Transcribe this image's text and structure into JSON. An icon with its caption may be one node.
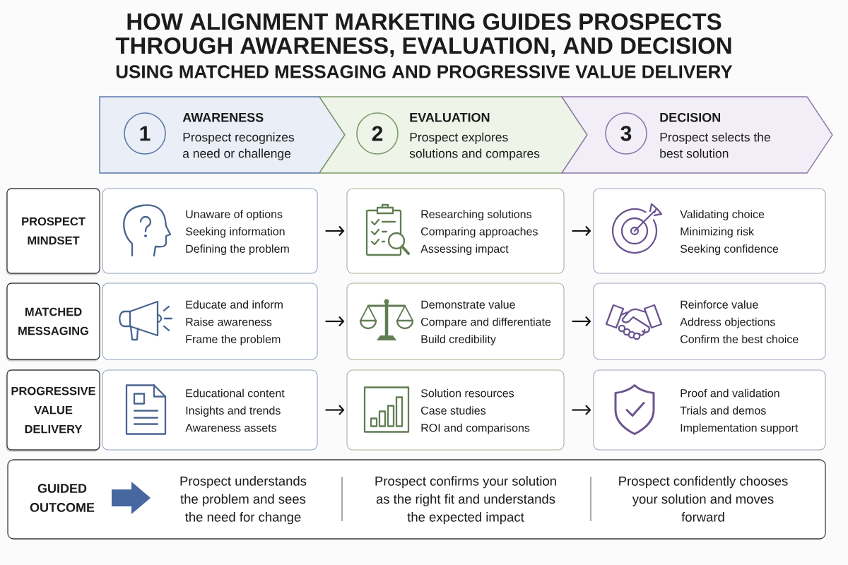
{
  "diagram": {
    "title": "HOW ALIGNMENT MARKETING GUIDES PROSPECTS THROUGH AWARENESS, EVALUATION, AND DECISION",
    "nodes": [
      {
        "text": [
          "AWARENESS",
          "Prospect recognizes a need or challenge"
        ]
      },
      {
        "text": [
          "1"
        ],
        "in": 0
      },
      {
        "text": [
          "EVALUATION",
          "Prospect explores solutions and compares"
        ]
      },
      {
        "text": [
          "2"
        ],
        "in": 2
      },
      {
        "text": [
          "DECISION",
          "Prospect selects the best solution"
        ]
      },
      {
        "text": [
          "3"
        ],
        "in": 4
      },
      {
        "text": [
          "PROSPECT MINDSET"
        ]
      },
      {
        "text": [
          "Unaware of options",
          "Seeking information",
          "Defining the problem"
        ]
      },
      {
        "text": [
          "Researching solutions",
          "Comparing approaches",
          "Assessing impact"
        ]
      },
      {
        "text": [
          "Validating choice",
          "Minimizing risk",
          "Seeking confidence"
        ]
      },
      {
        "text": [
          "MATCHED MESSAGING"
        ]
      },
      {
        "text": [
          "Educate and inform",
          "Raise awareness",
          "Frame the problem"
        ]
      },
      {
        "text": [
          "Demonstrate value",
          "Compare and differentiate",
          "Build credibility"
        ]
      },
      {
        "text": [
          "Reinforce value",
          "Address objections",
          "Confirm the best choice"
        ]
      },
      {
        "text": [
          "PROGRESSIVE VALUE DELIVERY"
        ]
      },
      {
        "text": [
          "Educational content",
          "Insights and trends",
          "Awareness assets"
        ]
      },
      {
        "text": [
          "Solution resources",
          "Case studies",
          "ROI and comparisons"
        ]
      },
      {
        "text": [
          "Proof and validation",
          "Trials and demos",
          "Implementation support"
        ]
      },
      {
        "text": [
          "GUIDED OUTCOME",
          "Prospect understands the problem and sees the need for change",
          "Prospect confirms your solution as the right fit and understands the expected impact",
          "Prospect confidently chooses your solution and moves forward"
        ]
      }
    ],
    "edges": [
      {
        "from": 7,
        "to": 8,
        "arrow": "to"
      },
      {
        "from": 8,
        "to": 9,
        "arrow": "to"
      },
      {
        "from": 11,
        "to": 12,
        "arrow": "to"
      },
      {
        "from": 12,
        "to": 13,
        "arrow": "to"
      },
      {
        "from": 15,
        "to": 16,
        "arrow": "to"
      },
      {
        "from": 16,
        "to": 17,
        "arrow": "to"
      }
    ],
    "labels": [
      "USING MATCHED MESSAGING AND PROGRESSIVE VALUE DELIVERY"
    ]
  }
}
